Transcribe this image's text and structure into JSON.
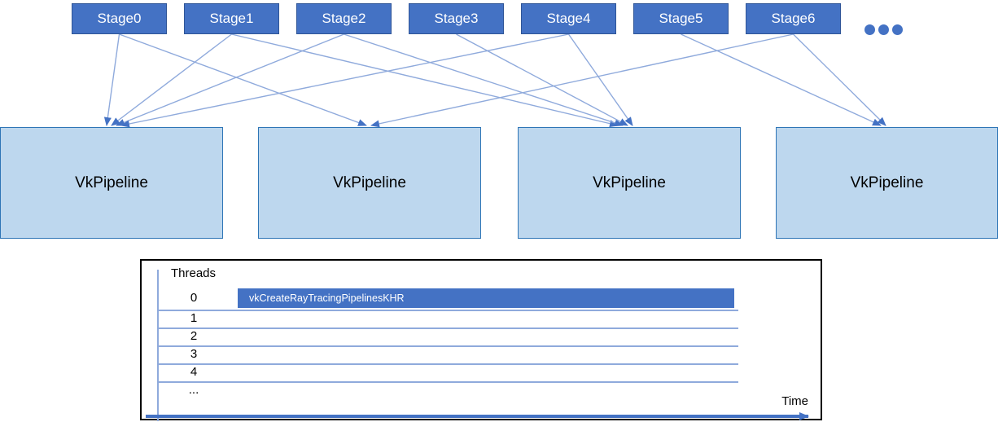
{
  "diagram": {
    "stages": [
      {
        "label": "Stage0"
      },
      {
        "label": "Stage1"
      },
      {
        "label": "Stage2"
      },
      {
        "label": "Stage3"
      },
      {
        "label": "Stage4"
      },
      {
        "label": "Stage5"
      },
      {
        "label": "Stage6"
      }
    ],
    "ellipsis_icon": "three-dots",
    "pipelines": [
      {
        "label": "VkPipeline"
      },
      {
        "label": "VkPipeline"
      },
      {
        "label": "VkPipeline"
      },
      {
        "label": "VkPipeline"
      }
    ],
    "connections": [
      {
        "from": 0,
        "to": 0
      },
      {
        "from": 0,
        "to": 1
      },
      {
        "from": 1,
        "to": 0
      },
      {
        "from": 1,
        "to": 2
      },
      {
        "from": 2,
        "to": 0
      },
      {
        "from": 2,
        "to": 2
      },
      {
        "from": 3,
        "to": 2
      },
      {
        "from": 4,
        "to": 0
      },
      {
        "from": 4,
        "to": 2
      },
      {
        "from": 5,
        "to": 3
      },
      {
        "from": 6,
        "to": 1
      },
      {
        "from": 6,
        "to": 3
      }
    ],
    "colors": {
      "stage_fill": "#4472C4",
      "stage_border": "#2F5597",
      "stage_text": "#FFFFFF",
      "pipeline_fill": "#BDD7EE",
      "pipeline_border": "#2E75B6",
      "pipeline_text": "#000000",
      "connector_line": "#8FAADC",
      "arrowhead": "#4472C4",
      "timeline_border": "#000000",
      "grid_line": "#8FAADC",
      "bar_fill": "#4472C4",
      "bar_text": "#FFFFFF"
    }
  },
  "timeline": {
    "title": "Threads",
    "rows": [
      "0",
      "1",
      "2",
      "3",
      "4",
      "..."
    ],
    "bar": {
      "row": "0",
      "label": "vkCreateRayTracingPipelinesKHR"
    },
    "x_axis_label": "Time"
  },
  "chart_data": {
    "type": "gantt",
    "title": "Threads",
    "ylabel": "Threads",
    "xlabel": "Time",
    "categories": [
      "0",
      "1",
      "2",
      "3",
      "4",
      "..."
    ],
    "bars": [
      {
        "thread": "0",
        "label": "vkCreateRayTracingPipelinesKHR",
        "start_frac": 0.16,
        "end_frac": 0.87
      }
    ],
    "grid": "horizontal-lines",
    "legend": "none"
  }
}
